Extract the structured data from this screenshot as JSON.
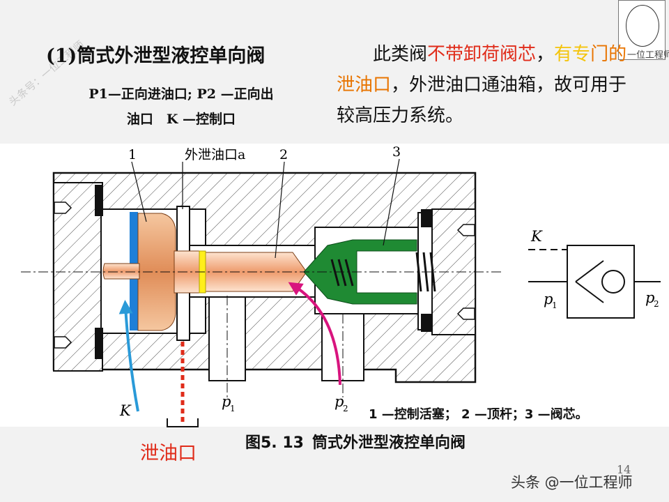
{
  "title": "(1)筒式外泄型液控单向阀",
  "description": {
    "line1": "P1—正向进油口; P2 —正向出",
    "line2": "油口　K —控制口"
  },
  "note": {
    "part1": "此类阀",
    "part2": "不带卸荷阀芯",
    "part3": "，",
    "part4": "有专",
    "part5": "门的泄油口",
    "part6": "，外泄油口通油箱，故可用于较高压力系统。"
  },
  "diagram": {
    "label_drain_port": "外泄油口a",
    "label_1": "1",
    "label_2": "2",
    "label_3": "3",
    "label_K": "K",
    "label_p1": "p",
    "label_p1_sub": "1",
    "label_p2": "p",
    "label_p2_sub": "2"
  },
  "symbol": {
    "label_K": "K",
    "label_p1": "p",
    "label_p1_sub": "1",
    "label_p2": "p",
    "label_p2_sub": "2"
  },
  "legend": "1 —控制活塞； 2 —顶杆；3 —阀芯。",
  "caption": {
    "number": "图5. 13",
    "text": "筒式外泄型液控单向阀"
  },
  "drain_label": "泄油口",
  "page_number": "14",
  "watermark_bottom": "头条 @一位工程师",
  "watermark_side": "头条号：一位工程师",
  "stamp_text": "一位工程师",
  "colors": {
    "piston": "#e59a62",
    "pushrod": "#f0a87e",
    "spool": "#1f8a33",
    "seal_blue": "#1e7fd8",
    "seal_yellow": "#ffef1a",
    "flow_blue": "#2a9ad8",
    "flow_magenta": "#d8147e",
    "drain_red": "#e02c1a"
  }
}
